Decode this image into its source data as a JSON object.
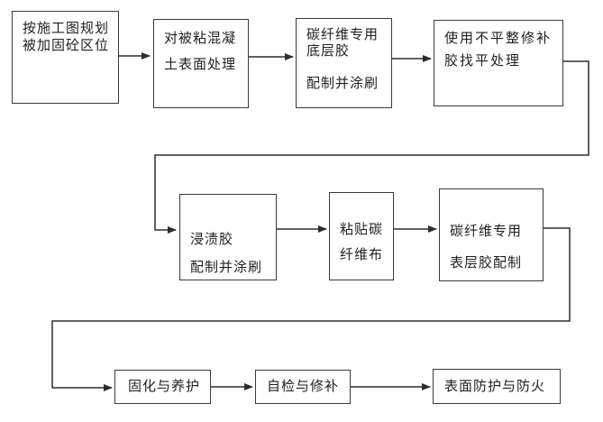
{
  "diagram": {
    "type": "flowchart",
    "background_color": "#ffffff",
    "box_border_color": "#3a3a3a",
    "line_color": "#2d2d2d",
    "text_color": "#1f1f1f",
    "nodes": [
      {
        "id": "1",
        "label": "按施工图规划\n被加固砼区位"
      },
      {
        "id": "2",
        "label": "对被粘混凝\n土表面处理"
      },
      {
        "id": "3",
        "label": "碳纤维专用\n底层胶\n\n配制并涂刷"
      },
      {
        "id": "4",
        "label": "使用不平整修补\n胶找平处理"
      },
      {
        "id": "5",
        "label": "浸渍胶\n配制并涂刷"
      },
      {
        "id": "6",
        "label": "粘贴碳\n纤维布"
      },
      {
        "id": "7",
        "label": "碳纤维专用\n表层胶配制"
      },
      {
        "id": "8",
        "label": "固化与养护"
      },
      {
        "id": "9",
        "label": "自检与修补"
      },
      {
        "id": "10",
        "label": "表面防护与防火"
      }
    ],
    "edges": [
      {
        "from": "1",
        "to": "2"
      },
      {
        "from": "2",
        "to": "3"
      },
      {
        "from": "3",
        "to": "4"
      },
      {
        "from": "4",
        "to": "5"
      },
      {
        "from": "5",
        "to": "6"
      },
      {
        "from": "6",
        "to": "7"
      },
      {
        "from": "7",
        "to": "8"
      },
      {
        "from": "8",
        "to": "9"
      },
      {
        "from": "9",
        "to": "10"
      }
    ]
  }
}
